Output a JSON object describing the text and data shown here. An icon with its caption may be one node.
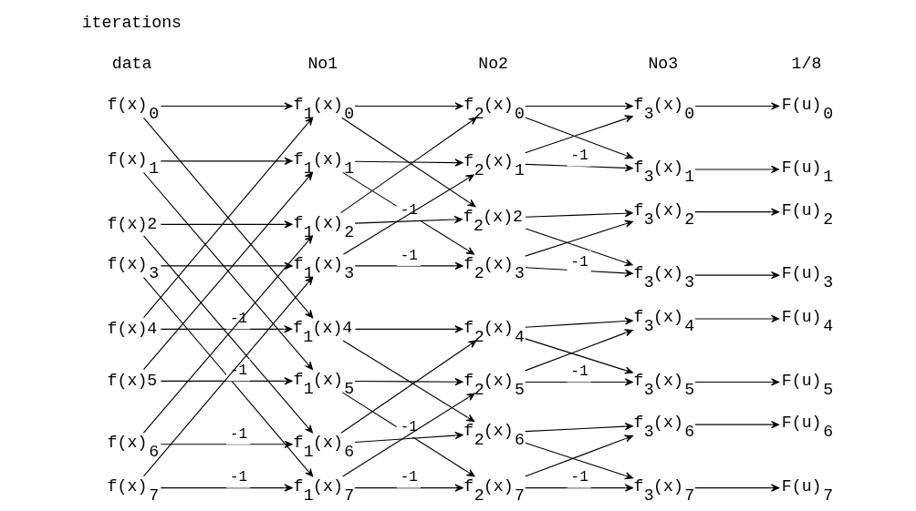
{
  "diagram": {
    "nodes": [
      {
        "text": [
          "f(x)$_{0}$"
        ]
      },
      {
        "text": [
          "f(x)$_{1}$"
        ]
      },
      {
        "text": [
          "f(x)2"
        ]
      },
      {
        "text": [
          "f(x)$_{3}$"
        ]
      },
      {
        "text": [
          "f(x)4"
        ]
      },
      {
        "text": [
          "f(x)5"
        ]
      },
      {
        "text": [
          "f(x)$_{6}$"
        ]
      },
      {
        "text": [
          "f(x)$_{7}$"
        ]
      },
      {
        "text": [
          "f$_{1}$(x)$_{0}$"
        ]
      },
      {
        "text": [
          "f$_{1}$(x)$_{1}$"
        ]
      },
      {
        "text": [
          "f$_{1}$(x)$_{2}$"
        ]
      },
      {
        "text": [
          "f$_{1}$(x)$_{3}$"
        ]
      },
      {
        "text": [
          "f$_{1}$(x)4"
        ]
      },
      {
        "text": [
          "f$_{1}$(x)$_{5}$"
        ]
      },
      {
        "text": [
          "f$_{1}$(x)$_{6}$"
        ]
      },
      {
        "text": [
          "f$_{1}$(x)$_{7}$"
        ]
      },
      {
        "text": [
          "f$_{2}$(x)$_{0}$"
        ]
      },
      {
        "text": [
          "f$_{2}$(x)$_{1}$"
        ]
      },
      {
        "text": [
          "f$_{2}$(x)2"
        ]
      },
      {
        "text": [
          "f$_{2}$(x)$_{3}$"
        ]
      },
      {
        "text": [
          "f$_{2}$(x)$_{4}$"
        ]
      },
      {
        "text": [
          "f$_{2}$(x)$_{5}$"
        ]
      },
      {
        "text": [
          "f$_{2}$(x)$_{6}$"
        ]
      },
      {
        "text": [
          "f$_{2}$(x)$_{7}$"
        ]
      },
      {
        "text": [
          "f$_{3}$(x)$_{0}$"
        ]
      },
      {
        "text": [
          "f$_{3}$(x)$_{1}$"
        ]
      },
      {
        "text": [
          "f$_{3}$(x)$_{2}$"
        ]
      },
      {
        "text": [
          "f$_{3}$(x)$_{3}$"
        ]
      },
      {
        "text": [
          "f$_{3}$(x)$_{4}$"
        ]
      },
      {
        "text": [
          "f$_{3}$(x)$_{5}$"
        ]
      },
      {
        "text": [
          "f$_{3}$(x)$_{6}$"
        ]
      },
      {
        "text": [
          "f$_{3}$(x)$_{7}$"
        ]
      },
      {
        "text": [
          "F(u)$_{0}$"
        ]
      },
      {
        "text": [
          "F(u)$_{1}$"
        ]
      },
      {
        "text": [
          "F(u)$_{2}$"
        ]
      },
      {
        "text": [
          "F(u)$_{3}$"
        ]
      },
      {
        "text": [
          "F(u)$_{4}$"
        ]
      },
      {
        "text": [
          "F(u)$_{5}$"
        ]
      },
      {
        "text": [
          "F(u)$_{6}$"
        ]
      },
      {
        "text": [
          "F(u)$_{7}$"
        ]
      }
    ],
    "edges": [
      {
        "from": 0,
        "to": 8,
        "arrow": "to"
      },
      {
        "from": 0,
        "to": 12,
        "arrow": "to"
      },
      {
        "from": 1,
        "to": 9,
        "arrow": "to"
      },
      {
        "from": 1,
        "to": 13,
        "arrow": "to"
      },
      {
        "from": 2,
        "to": 10,
        "arrow": "to"
      },
      {
        "from": 2,
        "to": 14,
        "arrow": "to"
      },
      {
        "from": 3,
        "to": 11,
        "arrow": "to"
      },
      {
        "from": 3,
        "to": 15,
        "arrow": "to"
      },
      {
        "from": 4,
        "to": 12,
        "arrow": "to",
        "label": "-1"
      },
      {
        "from": 4,
        "to": 8,
        "arrow": "to"
      },
      {
        "from": 5,
        "to": 13,
        "arrow": "to",
        "label": "-1"
      },
      {
        "from": 5,
        "to": 9,
        "arrow": "to"
      },
      {
        "from": 6,
        "to": 14,
        "arrow": "to",
        "label": "-1"
      },
      {
        "from": 6,
        "to": 10,
        "arrow": "to"
      },
      {
        "from": 7,
        "to": 15,
        "arrow": "to",
        "label": "-1"
      },
      {
        "from": 7,
        "to": 11,
        "arrow": "to"
      },
      {
        "from": 8,
        "to": 16,
        "arrow": "to"
      },
      {
        "from": 8,
        "to": 18,
        "arrow": "to"
      },
      {
        "from": 9,
        "to": 17,
        "arrow": "to"
      },
      {
        "from": 9,
        "to": 19,
        "arrow": "to"
      },
      {
        "from": 10,
        "to": 18,
        "arrow": "to",
        "label": "-1"
      },
      {
        "from": 10,
        "to": 16,
        "arrow": "to"
      },
      {
        "from": 11,
        "to": 19,
        "arrow": "to",
        "label": "-1"
      },
      {
        "from": 11,
        "to": 17,
        "arrow": "to"
      },
      {
        "from": 12,
        "to": 20,
        "arrow": "to"
      },
      {
        "from": 12,
        "to": 22,
        "arrow": "to"
      },
      {
        "from": 13,
        "to": 21,
        "arrow": "to"
      },
      {
        "from": 13,
        "to": 23,
        "arrow": "to"
      },
      {
        "from": 14,
        "to": 22,
        "arrow": "to",
        "label": "-1"
      },
      {
        "from": 14,
        "to": 20,
        "arrow": "to"
      },
      {
        "from": 15,
        "to": 23,
        "arrow": "to",
        "label": "-1"
      },
      {
        "from": 15,
        "to": 21,
        "arrow": "to"
      },
      {
        "from": 16,
        "to": 24,
        "arrow": "to"
      },
      {
        "from": 16,
        "to": 25,
        "arrow": "to"
      },
      {
        "from": 17,
        "to": 25,
        "arrow": "to",
        "label": "-1"
      },
      {
        "from": 17,
        "to": 24,
        "arrow": "to"
      },
      {
        "from": 18,
        "to": 26,
        "arrow": "to"
      },
      {
        "from": 18,
        "to": 27,
        "arrow": "to"
      },
      {
        "from": 19,
        "to": 27,
        "arrow": "to",
        "label": "-1"
      },
      {
        "from": 19,
        "to": 26,
        "arrow": "to"
      },
      {
        "from": 20,
        "to": 28,
        "arrow": "to"
      },
      {
        "from": 20,
        "to": 29,
        "arrow": "to"
      },
      {
        "from": 21,
        "to": 29,
        "arrow": "to",
        "label": "-1"
      },
      {
        "from": 21,
        "to": 28,
        "arrow": "to"
      },
      {
        "from": 22,
        "to": 30,
        "arrow": "to"
      },
      {
        "from": 22,
        "to": 31,
        "arrow": "to"
      },
      {
        "from": 23,
        "to": 31,
        "arrow": "to",
        "label": "-1"
      },
      {
        "from": 23,
        "to": 30,
        "arrow": "to"
      },
      {
        "from": 24,
        "to": 32,
        "arrow": "to"
      },
      {
        "from": 25,
        "to": 33,
        "arrow": "to"
      },
      {
        "from": 26,
        "to": 34,
        "arrow": "to"
      },
      {
        "from": 27,
        "to": 35,
        "arrow": "to"
      },
      {
        "from": 28,
        "to": 36,
        "arrow": "to"
      },
      {
        "from": 29,
        "to": 37,
        "arrow": "to"
      },
      {
        "from": 30,
        "to": 38,
        "arrow": "to"
      },
      {
        "from": 31,
        "to": 39,
        "arrow": "to"
      }
    ],
    "labels": [
      "iterations",
      "data",
      "No1",
      "No2",
      "No3",
      "1/8"
    ]
  }
}
